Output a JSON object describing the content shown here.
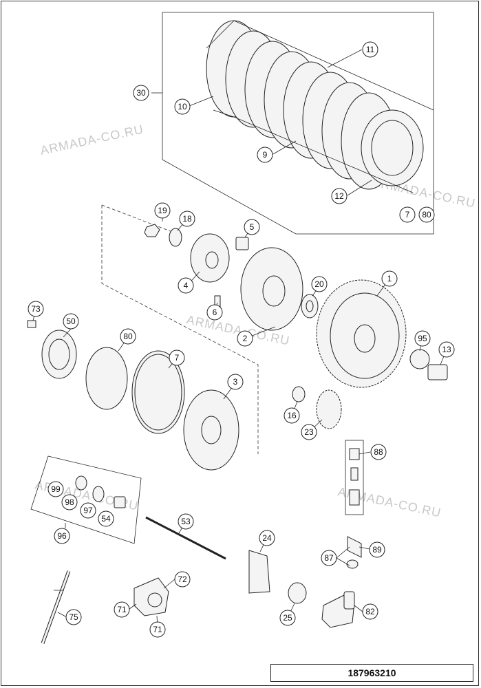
{
  "diagram": {
    "document_number": "187963210",
    "watermark": "ARMADA-CO.RU",
    "callouts": [
      "30",
      "10",
      "11",
      "9",
      "12",
      "7",
      "80",
      "19",
      "18",
      "5",
      "4",
      "6",
      "20",
      "1",
      "2",
      "73",
      "50",
      "80",
      "7",
      "3",
      "95",
      "13",
      "16",
      "23",
      "88",
      "99",
      "98",
      "97",
      "54",
      "96",
      "53",
      "24",
      "87",
      "89",
      "72",
      "71",
      "71",
      "75",
      "25",
      "82"
    ]
  }
}
